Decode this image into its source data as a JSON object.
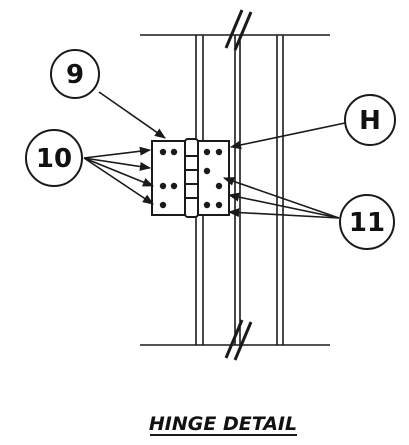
{
  "title": "HINGE DETAIL",
  "callouts": [
    {
      "id": "9",
      "label": "9"
    },
    {
      "id": "10",
      "label": "10"
    },
    {
      "id": "H",
      "label": "H"
    },
    {
      "id": "11",
      "label": "11"
    }
  ],
  "colors": {
    "ink": "#1a1a1a",
    "background": "#ffffff"
  }
}
